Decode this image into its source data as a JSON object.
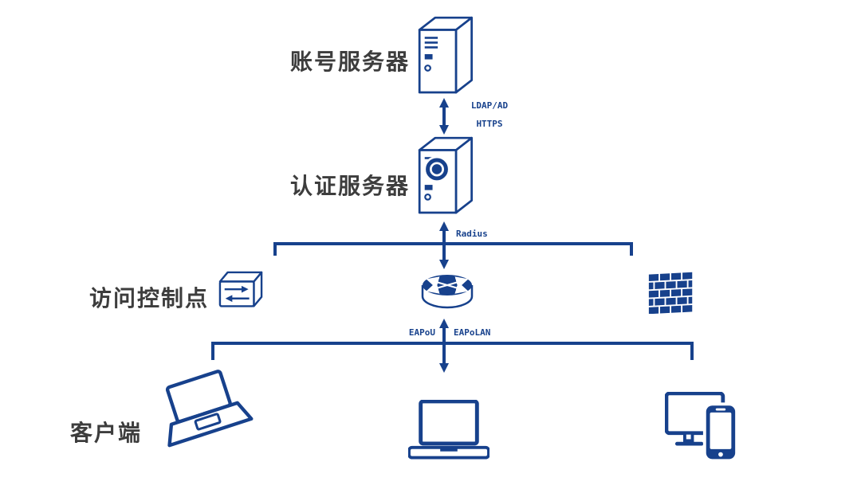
{
  "colors": {
    "primary": "#17418c",
    "label": "#3d3d3d",
    "background": "#ffffff"
  },
  "nodes": {
    "account_server": {
      "label": "账号服务器"
    },
    "auth_server": {
      "label": "认证服务器"
    },
    "access_control": {
      "label": "访问控制点"
    },
    "clients": {
      "label": "客户端"
    }
  },
  "protocols": {
    "ldap": "LDAP/AD",
    "https": "HTTPS",
    "radius": "Radius",
    "eapou": "EAPoU",
    "eapolan": "EAPoLAN"
  },
  "icons": {
    "account_server": "server-tower-icon",
    "auth_server": "server-auth-badge-icon",
    "access_switch": "network-switch-icon",
    "access_router": "router-icon",
    "access_firewall": "firewall-brick-icon",
    "client_left": "laptop-3d-icon",
    "client_center": "laptop-icon",
    "client_right": "monitor-phone-icon"
  }
}
